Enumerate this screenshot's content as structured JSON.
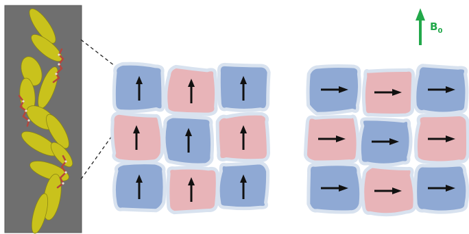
{
  "field": {
    "symbol": "B",
    "subscript": "0",
    "color": "#22a84a"
  },
  "colors": {
    "blue_cell": "#8fa9d4",
    "red_cell": "#e8b4b8",
    "cell_edge": "#d8e2ef",
    "panel_bg": "#6f6f6f",
    "molecule": "#c9c21c",
    "linker": "#b5453c",
    "arrow": "#111111"
  },
  "domains": {
    "left_grid": {
      "arrow_direction": "up",
      "pattern": [
        [
          "blue",
          "red",
          "blue"
        ],
        [
          "red",
          "blue",
          "red"
        ],
        [
          "blue",
          "red",
          "blue"
        ]
      ]
    },
    "right_grid": {
      "arrow_direction": "right",
      "pattern": [
        [
          "blue",
          "red",
          "blue"
        ],
        [
          "red",
          "blue",
          "red"
        ],
        [
          "blue",
          "red",
          "blue"
        ]
      ]
    }
  }
}
